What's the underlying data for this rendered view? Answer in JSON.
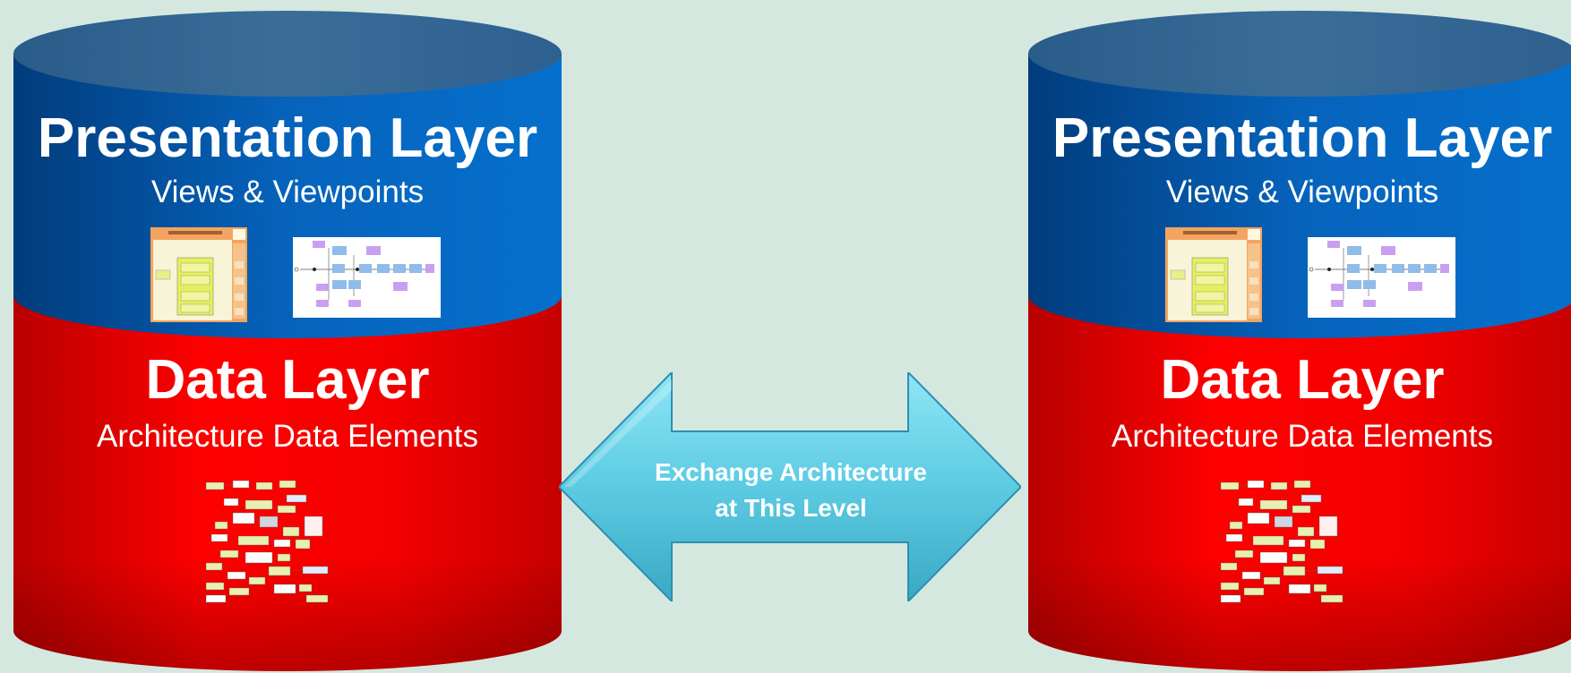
{
  "left_cylinder": {
    "presentation_title": "Presentation Layer",
    "presentation_subtitle": "Views & Viewpoints",
    "data_title": "Data Layer",
    "data_subtitle": "Architecture Data Elements"
  },
  "right_cylinder": {
    "presentation_title": "Presentation Layer",
    "presentation_subtitle": "Views & Viewpoints",
    "data_title": "Data Layer",
    "data_subtitle": "Architecture Data Elements"
  },
  "exchange_arrow": {
    "line1": "Exchange Architecture",
    "line2": "at This Level"
  },
  "colors": {
    "background": "#d5e8df",
    "presentation_blue": "#0a5fb4",
    "data_red": "#e60000",
    "arrow_cyan": "#5ed0e6"
  }
}
